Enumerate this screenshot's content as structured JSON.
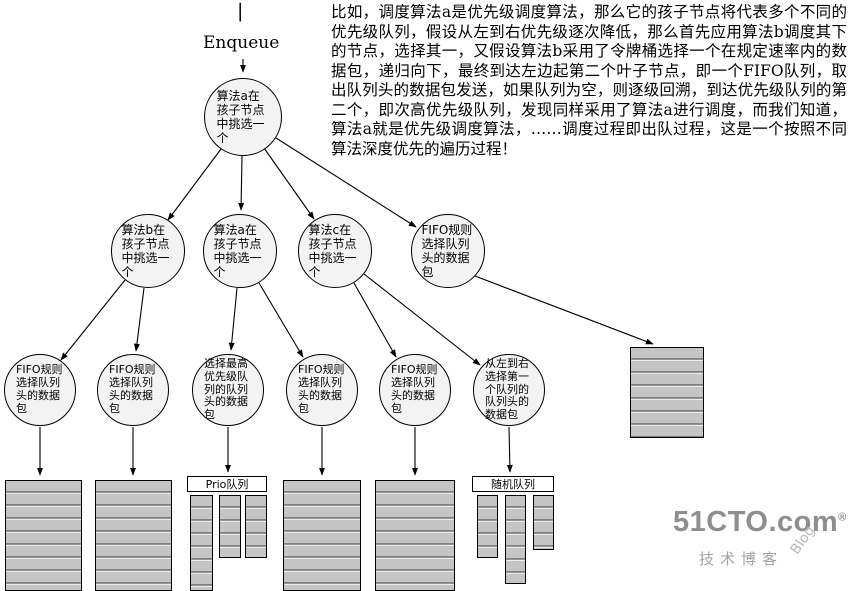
{
  "diagram": {
    "enqueue_tick": "|",
    "enqueue_label": "Enqueue",
    "nodes": {
      "root": "算法a在孩子节点中挑选一个",
      "l2": [
        "算法b在孩子节点中挑选一个",
        "算法a在孩子节点中挑选一个",
        "算法c在孩子节点中挑选一个",
        "FIFO规则选择队列头的数据包"
      ],
      "l3": [
        "FIFO规则选择队列头的数据包",
        "FIFO规则选择队列头的数据包",
        "选择最高优先级队列的队列头的数据包",
        "FIFO规则选择队列头的数据包",
        "FIFO规则选择队列头的数据包",
        "从左到右选择第一个队列的队列头的数据包"
      ]
    },
    "queue_labels": {
      "prio": "Prio队列",
      "random": "随机队列"
    }
  },
  "paragraph": {
    "text": "比如，调度算法a是优先级调度算法，那么它的孩子节点将代表多个不同的优先级队列，假设从左到右优先级逐次降低，那么首先应用算法b调度其下的节点，选择其一，又假设算法b采用了令牌桶选择一个在规定速率内的数据包，递归向下，最终到达左边起第二个叶子节点，即一个FIFO队列，取出队列头的数据包发送，如果队列为空，则逐级回溯，到达优先级队列的第二个，即次高优先级队列，发现同样采用了算法a进行调度，而我们知道，算法a就是优先级调度算法，……调度过程即出队过程，这是一个按照不同算法深度优先的遍历过程！"
  },
  "watermark": {
    "brand": "51CTO.com",
    "reg": "®",
    "tagline": "技术博客",
    "blog": "Blog"
  }
}
